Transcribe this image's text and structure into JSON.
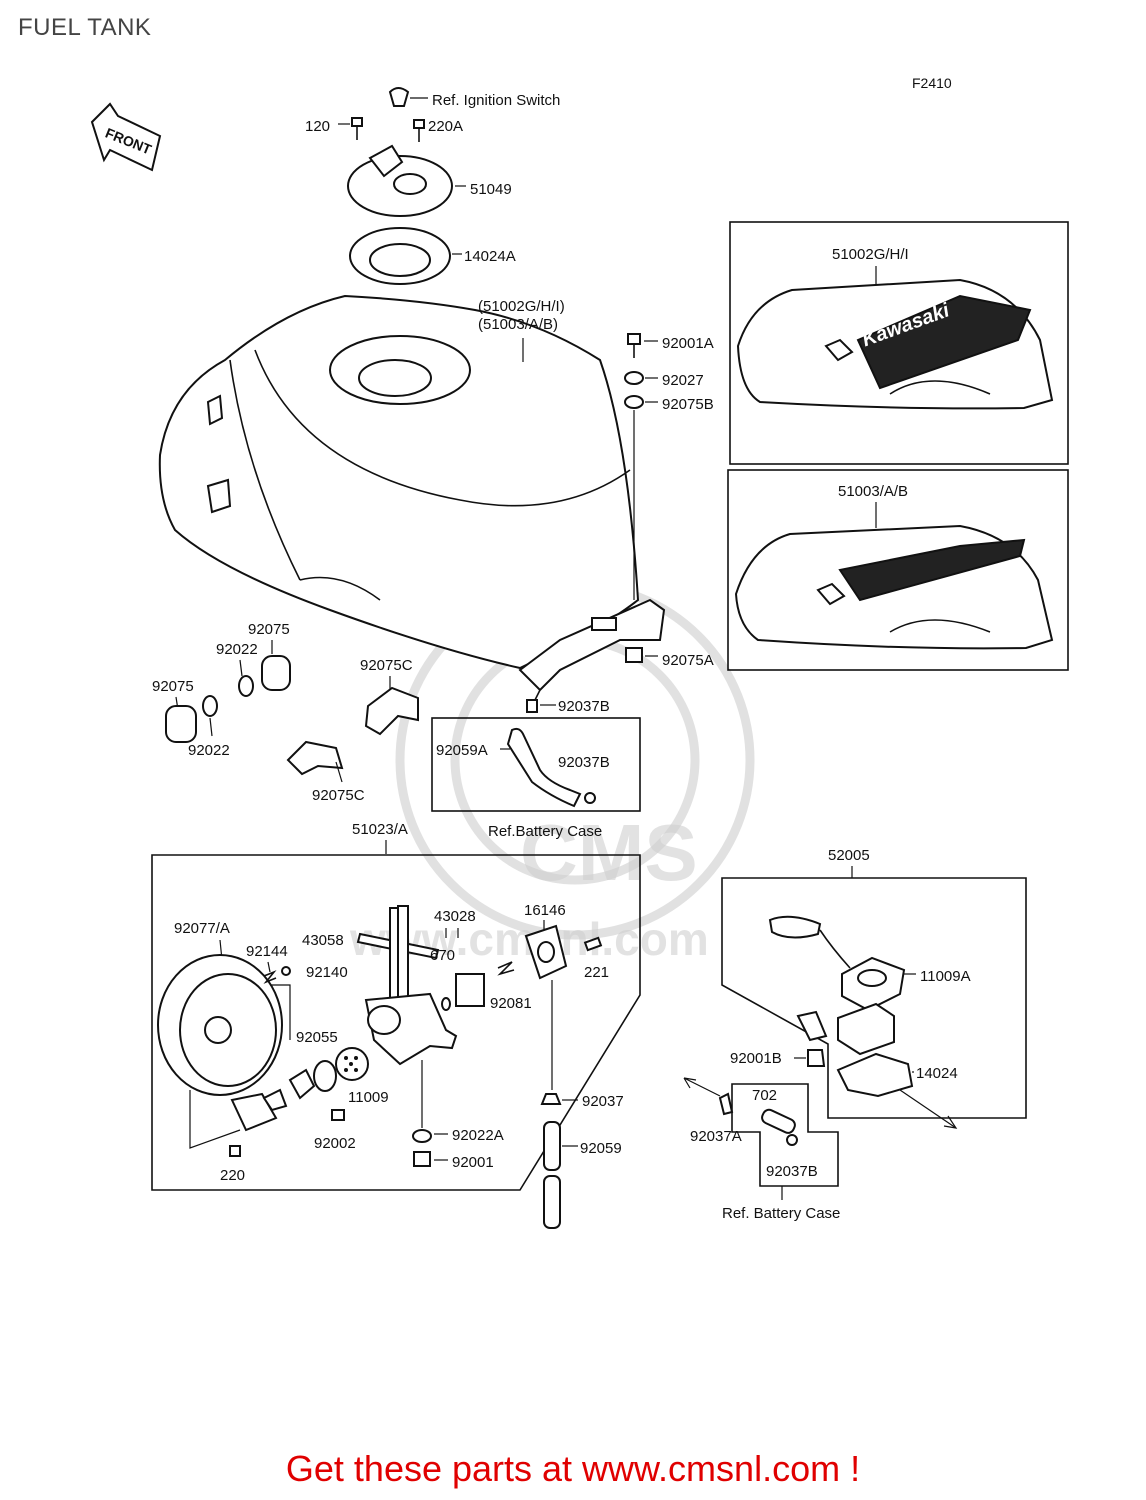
{
  "title": "FUEL TANK",
  "figure_code": "F2410",
  "front_label": "FRONT",
  "kawasaki_logo": "Kawasaki",
  "watermark": {
    "logo": "CMS",
    "url": "www.cmsnl.com"
  },
  "labels": {
    "ref_ignition": "Ref. Ignition Switch",
    "p120": "120",
    "p220A": "220A",
    "p51049": "51049",
    "p14024A": "14024A",
    "tank_ref1": "(51002G/H/I)",
    "tank_ref2": "(51003/A/B)",
    "p92001A": "92001A",
    "p92027": "92027",
    "p92075B": "92075B",
    "p92075A": "92075A",
    "p92037B_a": "92037B",
    "p92059A": "92059A",
    "p92037B_b": "92037B",
    "ref_battery_1": "Ref.Battery Case",
    "p92075_a": "92075",
    "p92022_a": "92022",
    "p92075_b": "92075",
    "p92022_b": "92022",
    "p92075C_a": "92075C",
    "p92075C_b": "92075C",
    "inset1": "51002G/H/I",
    "inset2": "51003/A/B",
    "p51023A": "51023/A",
    "p92077A": "92077/A",
    "p92144": "92144",
    "p92140": "92140",
    "p43058": "43058",
    "p43028": "43028",
    "p670": "670",
    "p16146": "16146",
    "p221": "221",
    "p92081": "92081",
    "p92055": "92055",
    "p11009": "11009",
    "p92002": "92002",
    "p220": "220",
    "p92037": "92037",
    "p92022A": "92022A",
    "p92001": "92001",
    "p92059": "92059",
    "p52005": "52005",
    "p11009A": "11009A",
    "p92001B": "92001B",
    "p14024": "14024",
    "p702": "702",
    "p92037A": "92037A",
    "p92037B_c": "92037B",
    "ref_battery_2": "Ref. Battery Case"
  },
  "footer": "Get these parts at www.cmsnl.com !"
}
